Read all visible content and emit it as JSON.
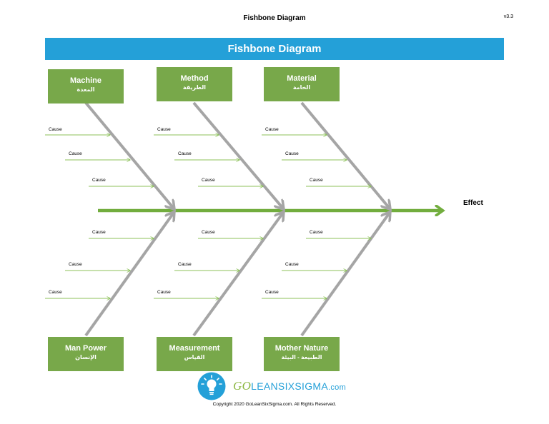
{
  "header": {
    "title": "Fishbone Diagram",
    "version": "v3.3",
    "banner": "Fishbone Diagram"
  },
  "categories": {
    "machine": {
      "en": "Machine",
      "ar": "المعدة"
    },
    "method": {
      "en": "Method",
      "ar": "الطريقة"
    },
    "material": {
      "en": "Material",
      "ar": "الخامة"
    },
    "man_power": {
      "en": "Man Power",
      "ar": "الإنسان"
    },
    "measurement": {
      "en": "Measurement",
      "ar": "القياس"
    },
    "mother_nature": {
      "en": "Mother Nature",
      "ar": "الطبيعة - البيئة"
    }
  },
  "cause_label": "Cause",
  "effect_label": "Effect",
  "colors": {
    "banner": "#24a0d8",
    "box": "#78a84a",
    "spine": "#72ad3e",
    "bone": "#a5a5a5",
    "cause_line": "#8cc15a"
  },
  "footer": {
    "brand_go": "GO",
    "brand_name": "LEANSIXSIGMA",
    "brand_tld": ".com",
    "logo_icon": "lightbulb-icon",
    "copyright": "Copyright 2020 GoLeanSixSigma.com. All Rights Reserved."
  }
}
